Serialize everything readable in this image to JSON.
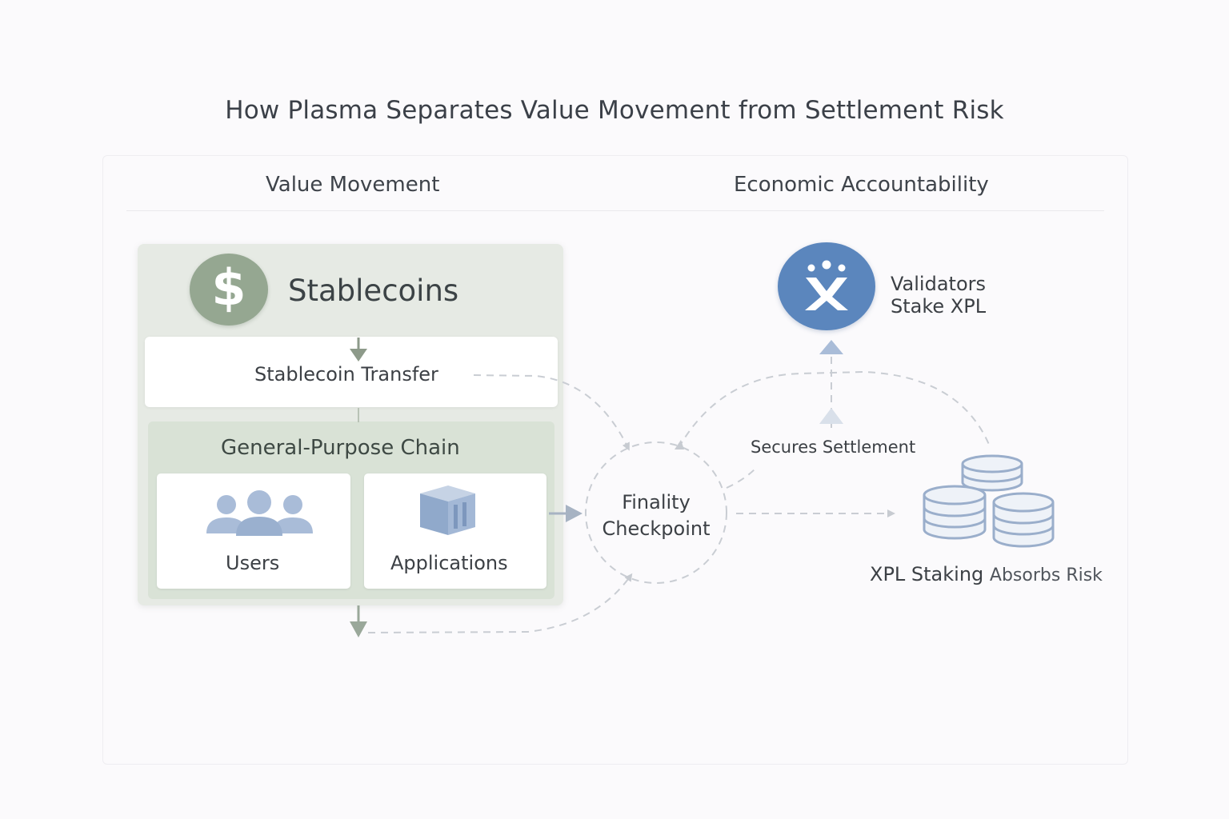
{
  "title": "How Plasma Separates Value Movement from Settlement Risk",
  "columns": {
    "left_heading": "Value Movement",
    "right_heading": "Economic Accountability"
  },
  "value_movement": {
    "stablecoins_label": "Stablecoins",
    "coin_symbol": "$",
    "transfer_label": "Stablecoin Transfer",
    "chain_label": "General-Purpose Chain",
    "users_label": "Users",
    "applications_label": "Applications"
  },
  "settlement": {
    "checkpoint_line1": "Finality",
    "checkpoint_line2": "Checkpoint",
    "secures_label": "Secures Settlement",
    "validators_line1": "Validators",
    "validators_line2": "Stake XPL",
    "staking_label": "XPL Staking",
    "absorbs_label": "Absorbs Risk"
  },
  "colors": {
    "sage": "#95a791",
    "sage_light": "#d9e2d6",
    "validator_blue": "#5b86bd",
    "icon_blue": "#a9bcd8",
    "dashed_line": "#c9cdd3"
  },
  "icons": {
    "coin": "dollar-coin-icon",
    "users": "users-group-icon",
    "applications": "cube-icon",
    "validator": "validator-x-icon",
    "staking": "database-stack-icon"
  }
}
